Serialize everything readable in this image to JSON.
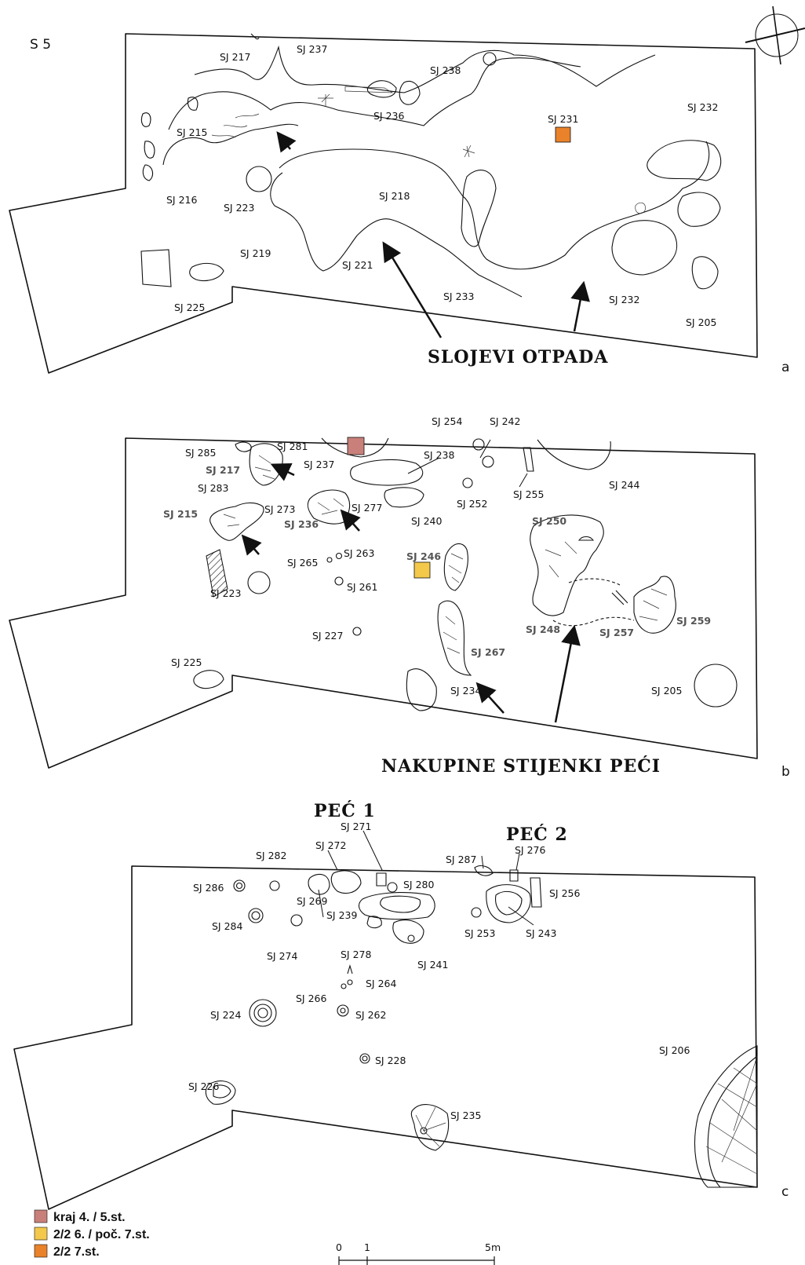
{
  "colors": {
    "krajIV": "#c9807a",
    "kasni_VI": "#f3c84b",
    "kasni_VII": "#e9822a"
  },
  "site_label": "S 5",
  "panels": {
    "a": {
      "letter": "a",
      "caption": "SLOJEVI OTPADA",
      "labels": [
        "SJ 217",
        "SJ 237",
        "SJ 238",
        "SJ 236",
        "SJ 231",
        "SJ 232",
        "SJ 215",
        "SJ 216",
        "SJ 223",
        "SJ 218",
        "SJ 219",
        "SJ 221",
        "SJ 225",
        "SJ 233",
        "SJ 232",
        "SJ 205"
      ]
    },
    "b": {
      "letter": "b",
      "caption": "NAKUPINE STIJENKI PEĆI",
      "labels": [
        "SJ 254",
        "SJ 242",
        "SJ 285",
        "SJ 281",
        "SJ 238",
        "SJ 217",
        "SJ 237",
        "SJ 283",
        "SJ 255",
        "SJ 244",
        "SJ 273",
        "SJ 277",
        "SJ 252",
        "SJ 215",
        "SJ 236",
        "SJ 240",
        "SJ 250",
        "SJ 263",
        "SJ 265",
        "SJ 246",
        "SJ 261",
        "SJ 223",
        "SJ 248",
        "SJ 257",
        "SJ 259",
        "SJ 227",
        "SJ 267",
        "SJ 225",
        "SJ 234",
        "SJ 205"
      ]
    },
    "c": {
      "letter": "c",
      "kiln1_title": "PEĆ 1",
      "kiln2_title": "PEĆ 2",
      "labels": [
        "SJ 271",
        "SJ 276",
        "SJ 272",
        "SJ 282",
        "SJ 287",
        "SJ 286",
        "SJ 280",
        "SJ 256",
        "SJ 269",
        "SJ 239",
        "SJ 284",
        "SJ 253",
        "SJ 243",
        "SJ 274",
        "SJ 278",
        "SJ 241",
        "SJ 264",
        "SJ 266",
        "SJ 224",
        "SJ 262",
        "SJ 206",
        "SJ 228",
        "SJ 226",
        "SJ 235"
      ]
    }
  },
  "legend": [
    {
      "label": "kraj 4. / 5.st.",
      "color": "#c9807a"
    },
    {
      "label": "2/2 6. / poč. 7.st.",
      "color": "#f3c84b"
    },
    {
      "label": "2/2 7.st.",
      "color": "#e9822a"
    }
  ],
  "scale_bar": {
    "start": "0",
    "tick": "1",
    "end": "5m"
  }
}
